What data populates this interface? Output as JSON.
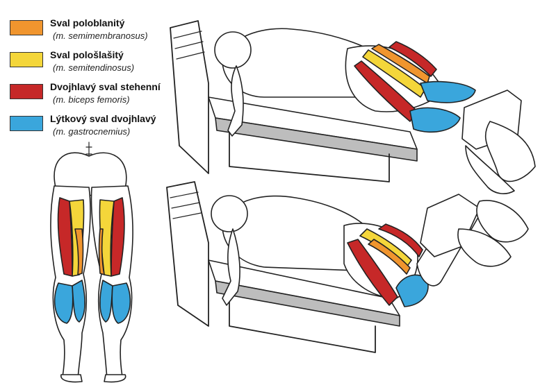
{
  "legend": {
    "items": [
      {
        "name": "Sval poloblanitý",
        "latin": "(m. semimembranosus)",
        "color": "#f0952e"
      },
      {
        "name": "Sval pološlašitý",
        "latin": "(m. semitendinosus)",
        "color": "#f4d63a"
      },
      {
        "name": "Dvojhlavý sval stehenní",
        "latin": "(m. biceps femoris)",
        "color": "#c62828"
      },
      {
        "name": "Lýtkový sval dvojhlavý",
        "latin": "(m. gastrocnemius)",
        "color": "#3aa6dc"
      }
    ]
  },
  "colors": {
    "outline": "#222222",
    "skin": "#ffffff",
    "shade": "#bdbdbd"
  }
}
